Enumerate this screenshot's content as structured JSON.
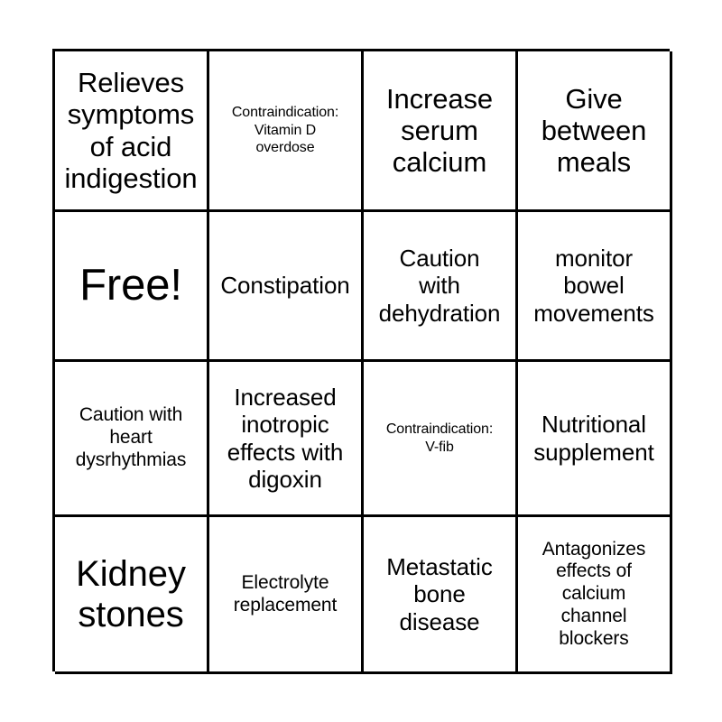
{
  "card": {
    "columns": 4,
    "rows": 4,
    "background_color": "#ffffff",
    "border_color": "#000000",
    "text_color": "#000000",
    "cells": [
      {
        "text": "Relieves\nsymptoms\nof acid\nindigestion",
        "size": "lg",
        "row": 1,
        "col": 1,
        "free_space": false
      },
      {
        "text": "Contraindication:\nVitamin D\noverdose",
        "size": "xs",
        "row": 1,
        "col": 2,
        "free_space": false
      },
      {
        "text": "Increase\nserum\ncalcium",
        "size": "lg",
        "row": 1,
        "col": 3,
        "free_space": false
      },
      {
        "text": "Give\nbetween\nmeals",
        "size": "lg",
        "row": 1,
        "col": 4,
        "free_space": false
      },
      {
        "text": "Free!",
        "size": "xxl",
        "row": 2,
        "col": 1,
        "free_space": true
      },
      {
        "text": "Constipation",
        "size": "md",
        "row": 2,
        "col": 2,
        "free_space": false
      },
      {
        "text": "Caution\nwith\ndehydration",
        "size": "md",
        "row": 2,
        "col": 3,
        "free_space": false
      },
      {
        "text": "monitor\nbowel\nmovements",
        "size": "md",
        "row": 2,
        "col": 4,
        "free_space": false
      },
      {
        "text": "Caution with\nheart\ndysrhythmias",
        "size": "sm",
        "row": 3,
        "col": 1,
        "free_space": false
      },
      {
        "text": "Increased\ninotropic\neffects with\ndigoxin",
        "size": "md",
        "row": 3,
        "col": 2,
        "free_space": false
      },
      {
        "text": "Contraindication:\nV-fib",
        "size": "xs",
        "row": 3,
        "col": 3,
        "free_space": false
      },
      {
        "text": "Nutritional\nsupplement",
        "size": "md",
        "row": 3,
        "col": 4,
        "free_space": false
      },
      {
        "text": "Kidney\nstones",
        "size": "xl",
        "row": 4,
        "col": 1,
        "free_space": false
      },
      {
        "text": "Electrolyte\nreplacement",
        "size": "sm",
        "row": 4,
        "col": 2,
        "free_space": false
      },
      {
        "text": "Metastatic\nbone\ndisease",
        "size": "md",
        "row": 4,
        "col": 3,
        "free_space": false
      },
      {
        "text": "Antagonizes\neffects of\ncalcium\nchannel\nblockers",
        "size": "sm",
        "row": 4,
        "col": 4,
        "free_space": false
      }
    ]
  }
}
